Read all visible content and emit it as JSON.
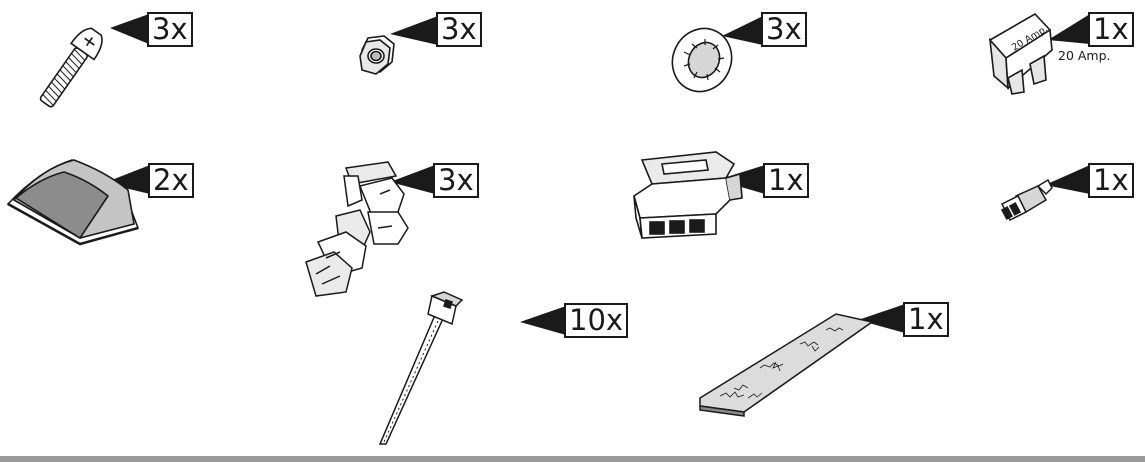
{
  "parts": [
    {
      "id": "screw",
      "icon": "screw-icon",
      "quantity": "3x"
    },
    {
      "id": "nut",
      "icon": "hex-nut-icon",
      "quantity": "3x"
    },
    {
      "id": "lock-washer",
      "icon": "lock-washer-icon",
      "quantity": "3x"
    },
    {
      "id": "fuse",
      "icon": "blade-fuse-icon",
      "quantity": "1x",
      "label": "20 Amp.",
      "body_text": "20 Amp."
    },
    {
      "id": "adhesive-pad",
      "icon": "adhesive-pad-icon",
      "quantity": "2x"
    },
    {
      "id": "cable-clip",
      "icon": "cable-clip-icon",
      "quantity": "3x"
    },
    {
      "id": "connector-housing",
      "icon": "connector-housing-icon",
      "quantity": "1x"
    },
    {
      "id": "wire-connector",
      "icon": "wire-connector-icon",
      "quantity": "1x"
    },
    {
      "id": "cable-tie",
      "icon": "cable-tie-icon",
      "quantity": "10x"
    },
    {
      "id": "foam-tape",
      "icon": "foam-tape-strip-icon",
      "quantity": "1x"
    }
  ],
  "colors": {
    "line": "#1a1a1a",
    "leader": "#1a1a1a",
    "shade": "#bdbdbd",
    "baseline": "#9a9a9a"
  }
}
